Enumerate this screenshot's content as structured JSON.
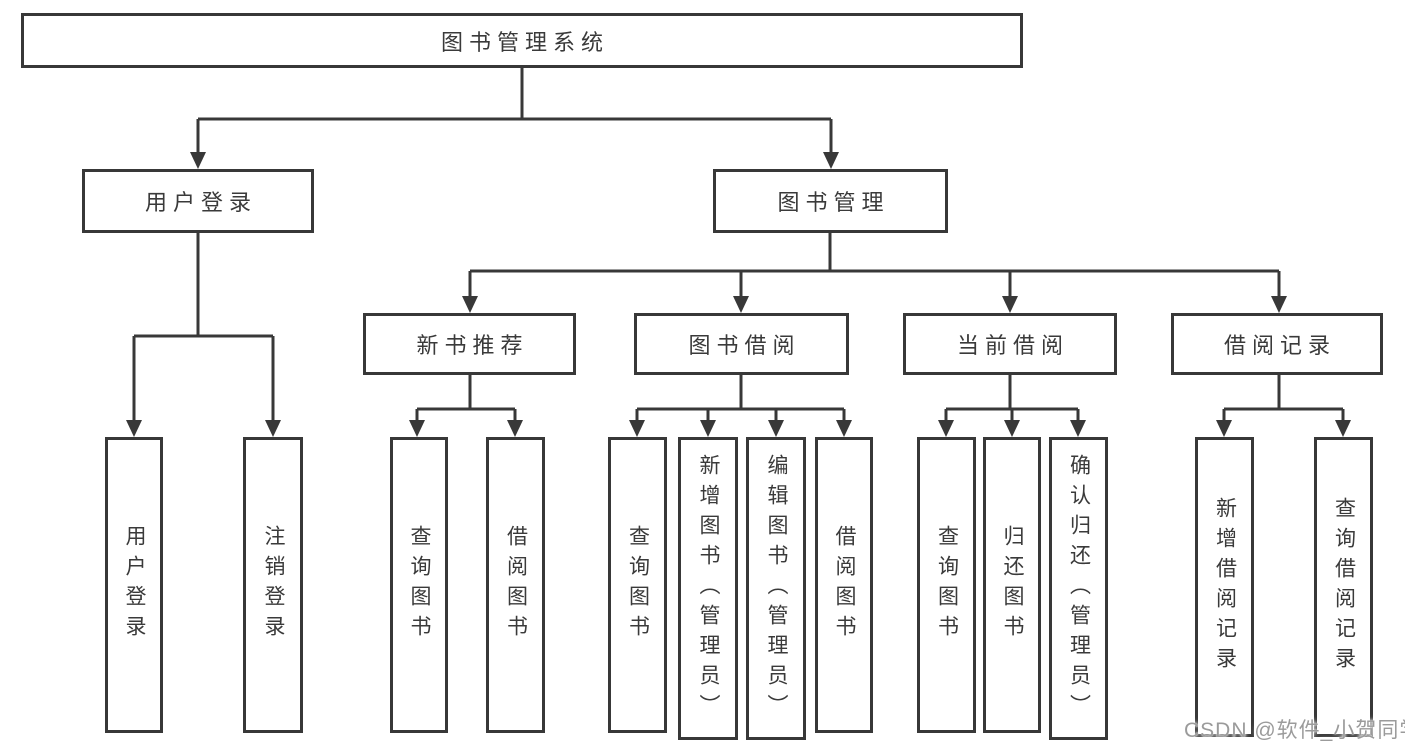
{
  "tree": {
    "label": "图书管理系统",
    "children": [
      {
        "label": "用户登录",
        "children": [
          {
            "label": "用户登录"
          },
          {
            "label": "注销登录"
          }
        ]
      },
      {
        "label": "图书管理",
        "children": [
          {
            "label": "新书推荐",
            "children": [
              {
                "label": "查询图书"
              },
              {
                "label": "借阅图书"
              }
            ]
          },
          {
            "label": "图书借阅",
            "children": [
              {
                "label": "查询图书"
              },
              {
                "label": "新增图书（管理员）"
              },
              {
                "label": "编辑图书（管理员）"
              },
              {
                "label": "借阅图书"
              }
            ]
          },
          {
            "label": "当前借阅",
            "children": [
              {
                "label": "查询图书"
              },
              {
                "label": "归还图书"
              },
              {
                "label": "确认归还（管理员）"
              }
            ]
          },
          {
            "label": "借阅记录",
            "children": [
              {
                "label": "新增借阅记录"
              },
              {
                "label": "查询借阅记录"
              }
            ]
          }
        ]
      }
    ]
  },
  "watermark": "CSDN @软件_小贺同学",
  "colors": {
    "line": "#383838",
    "text": "#3a3a3a",
    "watermark": "#9b9b9b",
    "background": "#ffffff"
  }
}
